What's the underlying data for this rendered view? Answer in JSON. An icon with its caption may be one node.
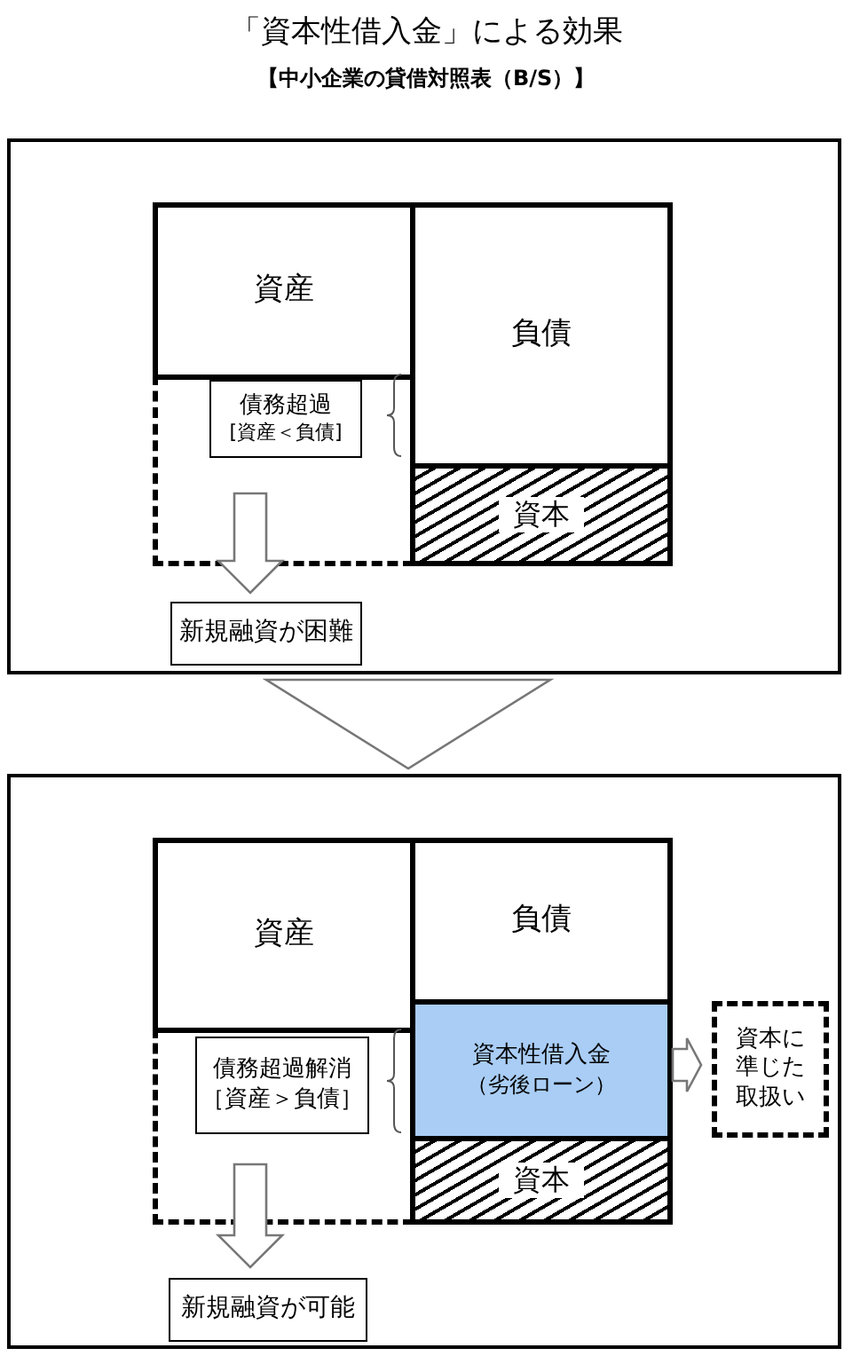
{
  "diagram": {
    "title": "「資本性借入金」による効果",
    "nodes": [
      {
        "text": [],
        "shape": "box"
      },
      {
        "text": [
          "資産"
        ],
        "in": 0
      },
      {
        "text": [
          "負債"
        ],
        "in": 0
      },
      {
        "text": [],
        "shape": "box",
        "in": 0
      },
      {
        "text": [
          "債務超過",
          "[資産＜負債]"
        ],
        "in": 3
      },
      {
        "text": [
          "資本"
        ],
        "in": 0
      },
      {
        "text": [
          "新規融資が困難"
        ],
        "in": 0
      },
      {
        "text": [],
        "shape": "box"
      },
      {
        "text": [
          "資産"
        ],
        "in": 7
      },
      {
        "text": [
          "負債"
        ],
        "in": 7
      },
      {
        "text": [],
        "shape": "box",
        "in": 7
      },
      {
        "text": [
          "債務超過解消",
          "［資産＞負債］"
        ],
        "in": 10
      },
      {
        "text": [
          "資本性借入金",
          "（劣後ローン）"
        ],
        "in": 7
      },
      {
        "text": [
          "資本"
        ],
        "in": 7
      },
      {
        "text": [
          "資本に準じた取扱い"
        ],
        "in": 7
      },
      {
        "text": [
          "新規融資が可能"
        ],
        "in": 7
      }
    ],
    "edges": [
      {
        "from": 3,
        "to": 6,
        "arrow": "to"
      },
      {
        "from": 0,
        "to": 7,
        "arrow": "to"
      },
      {
        "from": 10,
        "to": 15,
        "arrow": "to"
      },
      {
        "from": 12,
        "to": 14,
        "arrow": "to"
      }
    ],
    "labels": [
      "【中小企業の貸借対照表（B/S）】"
    ]
  }
}
